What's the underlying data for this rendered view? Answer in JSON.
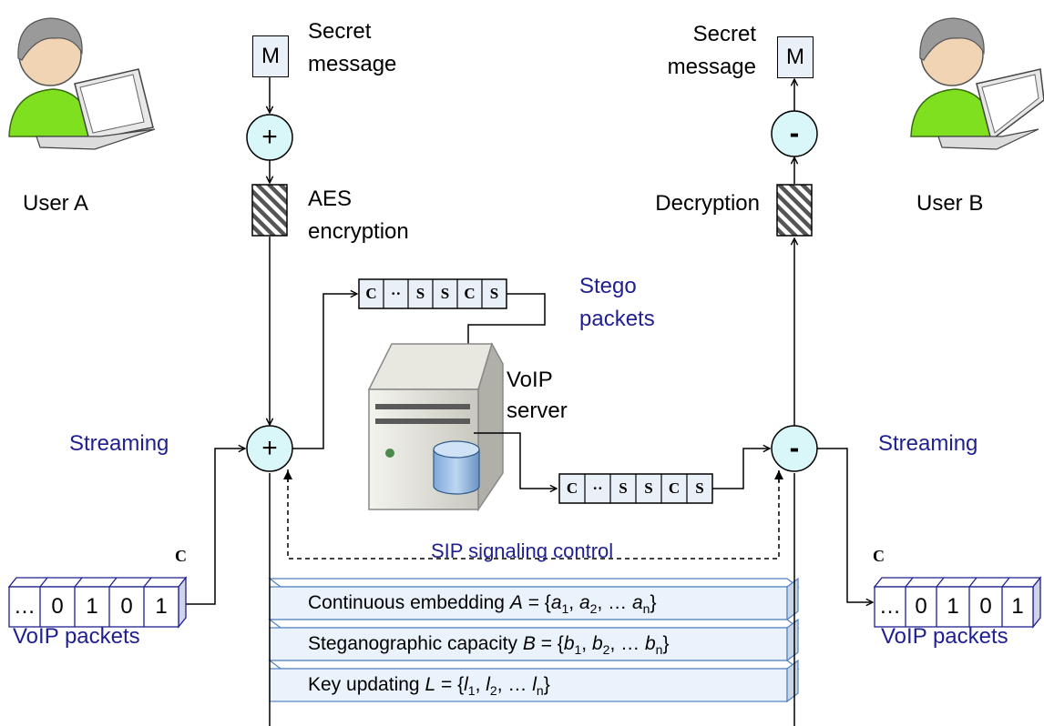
{
  "users": {
    "a": {
      "label": "User A"
    },
    "b": {
      "label": "User B"
    }
  },
  "message": {
    "box_label": "M",
    "left_line1": "Secret",
    "left_line2": "message",
    "right_line1": "Secret",
    "right_line2": "message"
  },
  "crypto": {
    "enc_line1": "AES",
    "enc_line2": "encryption",
    "dec_label": "Decryption"
  },
  "operators": {
    "plus": "+",
    "minus": "-"
  },
  "stego": {
    "line1": "Stego",
    "line2": "packets",
    "cells_top": [
      "C",
      "··",
      "S",
      "S",
      "C",
      "S"
    ],
    "cells_bottom": [
      "C",
      "··",
      "S",
      "S",
      "C",
      "S"
    ]
  },
  "server": {
    "line1": "VoIP",
    "line2": "server"
  },
  "streaming": {
    "left": "Streaming",
    "right": "Streaming"
  },
  "signaling": {
    "label": "SIP signaling control"
  },
  "voip": {
    "c_label_left": "C",
    "c_label_right": "C",
    "cells_left": [
      "…",
      "0",
      "1",
      "0",
      "1"
    ],
    "cells_right": [
      "…",
      "0",
      "1",
      "0",
      "1"
    ],
    "label_left": "VoIP packets",
    "label_right": "VoIP packets"
  },
  "parameters": {
    "p1_name": "Continuous embedding",
    "p1_var": "A",
    "p1_elem": "a",
    "p2_name": "Steganographic capacity",
    "p2_var": "B",
    "p2_elem": "b",
    "p3_name": "Key updating",
    "p3_var": "L",
    "p3_elem": "l",
    "sub1": "1",
    "sub2": "2",
    "subn": "n",
    "eq_open": " = {",
    "sep": ", ",
    "ellipsis": ", … ",
    "close": "}"
  },
  "colors": {
    "circle_fill": "#d9f7f9",
    "blue_text": "#1f1f8f",
    "user_green": "#7fe020",
    "stripe_fill": "#eaf3fb",
    "stripe_border": "#4f81bd"
  }
}
